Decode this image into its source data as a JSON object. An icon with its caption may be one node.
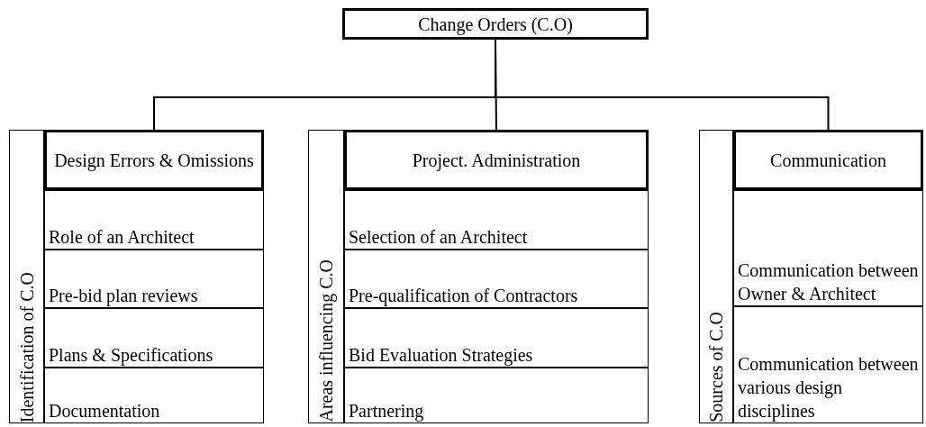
{
  "diagram": {
    "nodes": [
      {
        "text": [
          "Change Orders (C.O)"
        ]
      },
      {
        "text": [
          "Identification of C.O"
        ]
      },
      {
        "text": [
          "Design Errors & Omissions"
        ]
      },
      {
        "text": [
          "Role of an Architect"
        ]
      },
      {
        "text": [
          "Pre-bid plan reviews"
        ]
      },
      {
        "text": [
          "Plans & Specifications"
        ]
      },
      {
        "text": [
          "Documentation"
        ]
      },
      {
        "text": [
          "Areas influencing C.O"
        ]
      },
      {
        "text": [
          "Project. Administration"
        ]
      },
      {
        "text": [
          "Selection of an Architect"
        ]
      },
      {
        "text": [
          "Pre-qualification of Contractors"
        ]
      },
      {
        "text": [
          "Bid Evaluation Strategies"
        ]
      },
      {
        "text": [
          "Partnering"
        ]
      },
      {
        "text": [
          "Sources of C.O"
        ]
      },
      {
        "text": [
          "Communication"
        ]
      },
      {
        "text": [
          "Communication between Owner & Architect"
        ]
      },
      {
        "text": [
          "Communication between various design disciplines"
        ]
      }
    ],
    "edges": [
      {
        "from": 0,
        "to": 2,
        "arrow": "none"
      },
      {
        "from": 0,
        "to": 8,
        "arrow": "none"
      },
      {
        "from": 0,
        "to": 14,
        "arrow": "none"
      }
    ]
  }
}
